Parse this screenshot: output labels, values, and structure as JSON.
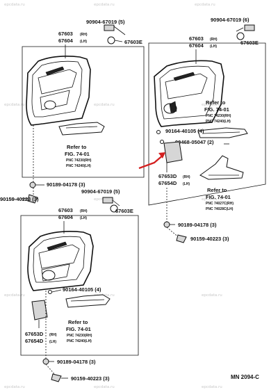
{
  "watermark": "epcdata.ru",
  "code": "MN 2094-C",
  "parts": {
    "clip_top_left": "90904-67019 (5)",
    "clip_top_right": "90904-67019 (6)",
    "clip_mid": "90904-67019 (5)",
    "trim_rh": "67603",
    "trim_lh": "67604",
    "rh": "(RH)",
    "lh": "(LH)",
    "e_part": "67603E",
    "screw_4": "90164-40105 (4)",
    "screw_2": "90468-05047 (2)",
    "pocket_rh": "67653D",
    "pocket_lh": "67654D",
    "bolt": "90189-04178 (3)",
    "clip_3": "90159-40223 (3)"
  },
  "refer_a": {
    "line1": "Refer to",
    "line2": "FIG. 74-01",
    "pnc1": "PNC 74230(RH)",
    "pnc2": "PNC 74240(LH)"
  },
  "refer_b": {
    "line1": "Refer to",
    "line2": "FIG. 74-01",
    "pnc1": "PNC 74027C(RH)",
    "pnc2": "PNC 74028C(LH)"
  }
}
